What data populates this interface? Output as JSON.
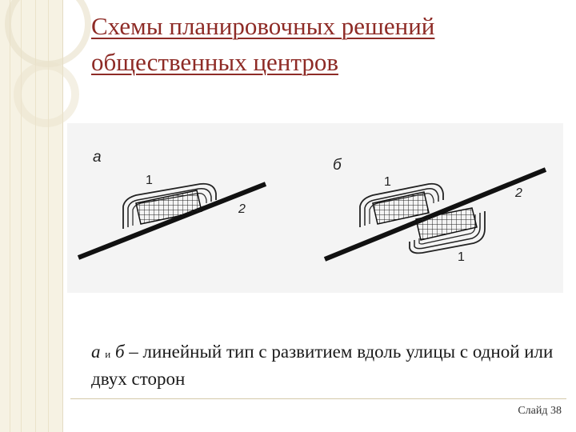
{
  "title": {
    "line1": "Схемы планировочных решений",
    "line2": "общественных центров"
  },
  "figure": {
    "panel_a_label": "а",
    "panel_b_label": "б",
    "a_label_1": "1",
    "a_label_2": "2",
    "b_label_1_top": "1",
    "b_label_2": "2",
    "b_label_1_bottom": "1"
  },
  "caption": {
    "a": "а",
    "and": "и",
    "b": "б",
    "text": " – линейный тип с развитием вдоль улицы с одной или двух сторон"
  },
  "slide_number": "Слайд 38",
  "colors": {
    "title": "#8e2b26",
    "strip": "#f6f2e3",
    "figure_bg": "#f4f4f4"
  }
}
